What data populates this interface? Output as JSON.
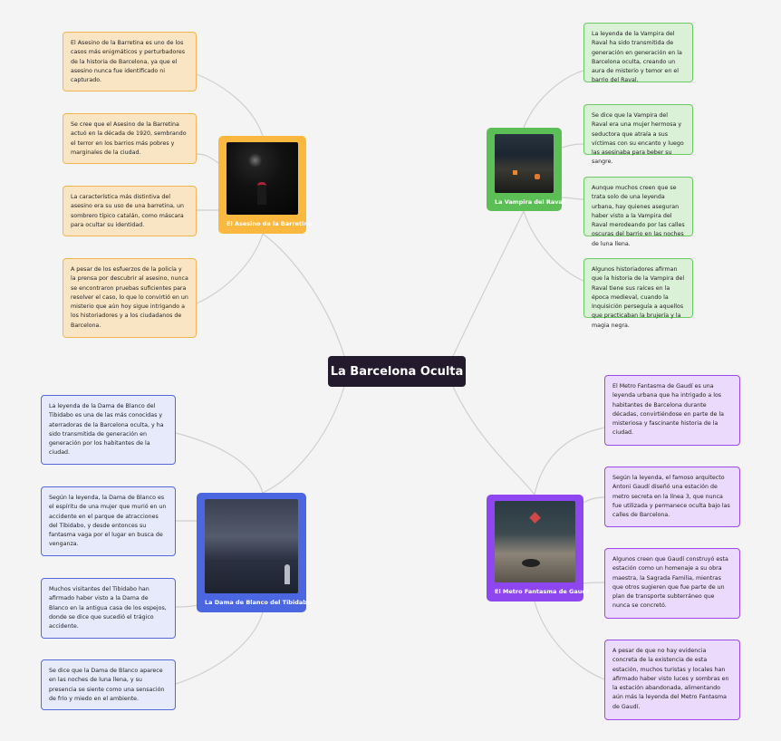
{
  "center": {
    "title": "La Barcelona Oculta"
  },
  "colors": {
    "center": "#231a2e",
    "orange": "#fbb83e",
    "green": "#5cbf55",
    "blue": "#4a66e0",
    "purple": "#8e47f0"
  },
  "topics": {
    "asesino": {
      "label": "El Asesino de la Barretina",
      "image": "dark-alley-figure-image",
      "leaves": [
        "El Asesino de la Barretina es uno de los casos más enigmáticos y perturbadores de la historia de Barcelona, ya que el asesino nunca fue identificado ni capturado.",
        "Se cree que el Asesino de la Barretina actuó en la década de 1920, sembrando el terror en los barrios más pobres y marginales de la ciudad.",
        "La característica más distintiva del asesino era su uso de una barretina, un sombrero típico catalán, como máscara para ocultar su identidad.",
        "A pesar de los esfuerzos de la policía y la prensa por descubrir al asesino, nunca se encontraron pruebas suficientes para resolver el caso, lo que lo convirtió en un misterio que aún hoy sigue intrigando a los historiadores y a los ciudadanos de Barcelona."
      ]
    },
    "vampira": {
      "label": "La Vampira del Raval",
      "image": "night-building-image",
      "leaves": [
        "La leyenda de la Vampira del Raval ha sido transmitida de generación en generación en la Barcelona oculta, creando un aura de misterio y temor en el barrio del Raval.",
        "Se dice que la Vampira del Raval era una mujer hermosa y seductora que atraía a sus víctimas con su encanto y luego las asesinaba para beber su sangre.",
        "Aunque muchos creen que se trata solo de una leyenda urbana, hay quienes aseguran haber visto a la Vampira del Raval merodeando por las calles oscuras del barrio en las noches de luna llena.",
        "Algunos historiadores afirman que la historia de la Vampira del Raval tiene sus raíces en la época medieval, cuando la Inquisición perseguía a aquellos que practicaban la brujería y la magia negra."
      ]
    },
    "dama": {
      "label": "La Dama de Blanco del Tibidabo",
      "image": "tibidabo-night-image",
      "leaves": [
        "La leyenda de la Dama de Blanco del Tibidabo es una de las más conocidas y aterradoras de la Barcelona oculta, y ha sido transmitida de generación en generación por los habitantes de la ciudad.",
        "Según la leyenda, la Dama de Blanco es el espíritu de una mujer que murió en un accidente en el parque de atracciones del Tibidabo, y desde entonces su fantasma vaga por el lugar en busca de venganza.",
        "Muchos visitantes del Tibidabo han afirmado haber visto a la Dama de Blanco en la antigua casa de los espejos, donde se dice que sucedió el trágico accidente.",
        "Se dice que la Dama de Blanco aparece en las noches de luna llena, y su presencia se siente como una sensación de frío y miedo en el ambiente."
      ]
    },
    "metro": {
      "label": "El Metro Fantasma de Gaudí",
      "image": "abandoned-metro-image",
      "leaves": [
        "El Metro Fantasma de Gaudí es una leyenda urbana que ha intrigado a los habitantes de Barcelona durante décadas, convirtiéndose en parte de la misteriosa y fascinante historia de la ciudad.",
        "Según la leyenda, el famoso arquitecto Antoni Gaudí diseñó una estación de metro secreta en la línea 3, que nunca fue utilizada y permanece oculta bajo las calles de Barcelona.",
        "Algunos creen que Gaudí construyó esta estación como un homenaje a su obra maestra, la Sagrada Familia, mientras que otros sugieren que fue parte de un plan de transporte subterráneo que nunca se concretó.",
        "A pesar de que no hay evidencia concreta de la existencia de esta estación, muchos turistas y locales han afirmado haber visto luces y sombras en la estación abandonada, alimentando aún más la leyenda del Metro Fantasma de Gaudí."
      ]
    }
  }
}
